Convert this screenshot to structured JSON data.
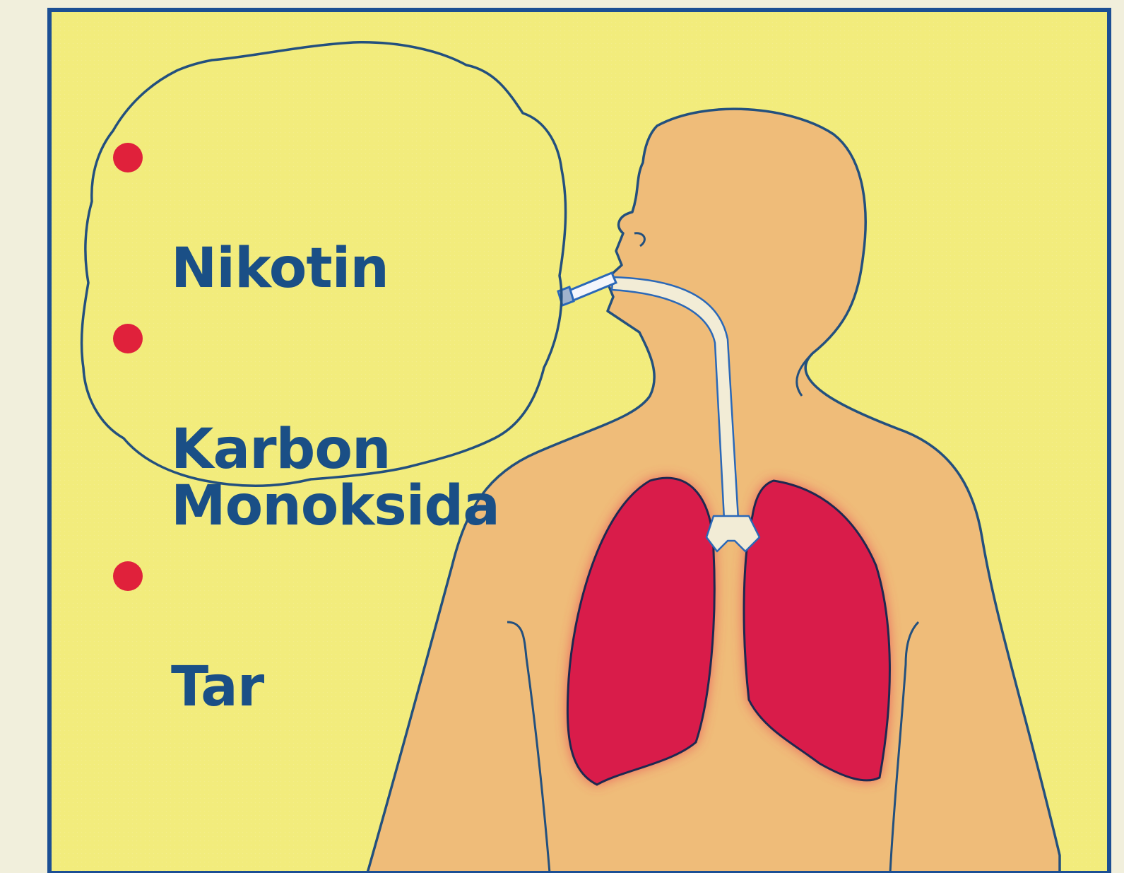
{
  "colors": {
    "page": "#f1efdc",
    "panel": "#f2ec7c",
    "frame": "#1c4f94",
    "outline": "#23507e",
    "body": "#efbc79",
    "lung": "#d91c4a",
    "lung_glow": "#e94a55",
    "airway": "#f2ecd6",
    "airway_outline": "#2a68b8",
    "text": "#1a4f86",
    "bullet": "#e0213b"
  },
  "smoke_bubble": {
    "items": [
      "Nikotin",
      "Karbon\nMonoksida",
      "Tar"
    ]
  },
  "icons": {
    "bullet": "red-dot",
    "cigarette": "cigarette-icon"
  }
}
